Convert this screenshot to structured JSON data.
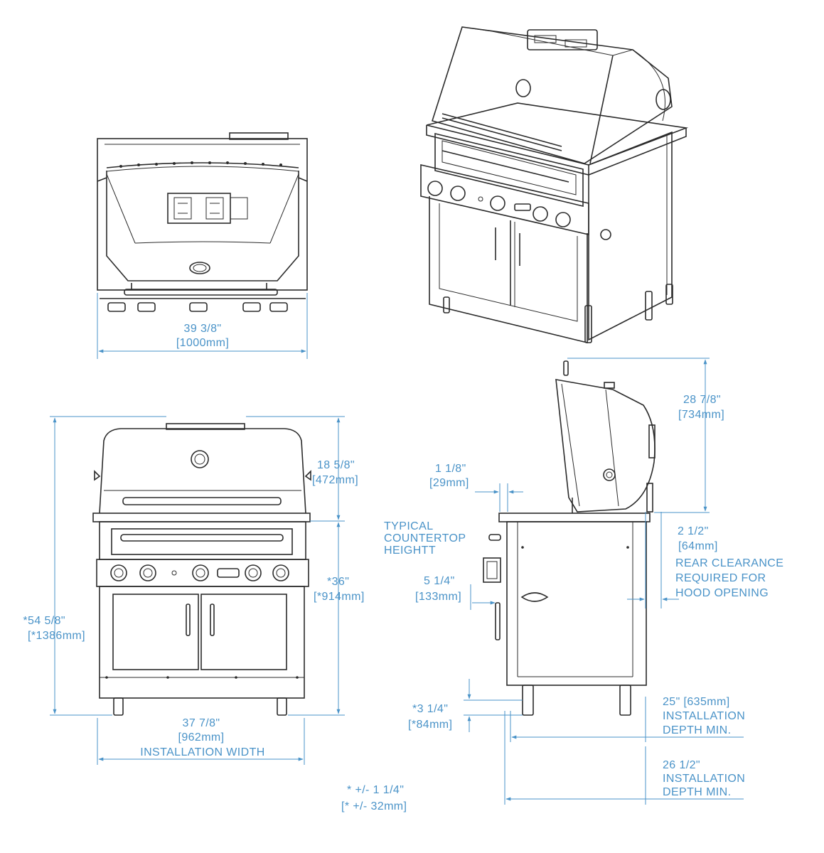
{
  "colors": {
    "line": "#2b2b2b",
    "dimension": "#4a93c8",
    "background": "#ffffff"
  },
  "top_view": {
    "width_in": "39 3/8\"",
    "width_mm": "[1000mm]"
  },
  "front_view": {
    "hood_height_in": "18 5/8\"",
    "hood_height_mm": "[472mm]",
    "countertop_in": "*36\"",
    "countertop_mm": "[*914mm]",
    "total_height_in": "*54 5/8\"",
    "total_height_mm": "[*1386mm]",
    "install_width_in": "37 7/8\"",
    "install_width_mm": "[962mm]",
    "install_width_label": "INSTALLATION WIDTH"
  },
  "side_view": {
    "open_hood_in": "28 7/8\"",
    "open_hood_mm": "[734mm]",
    "lip_in": "1 1/8\"",
    "lip_mm": "[29mm]",
    "countertop_label": [
      "TYPICAL",
      "COUNTERTOP",
      "HEIGHTT"
    ],
    "handle_in": "5 1/4\"",
    "handle_mm": "[133mm]",
    "rear_clear_in": "2 1/2\"",
    "rear_clear_mm": "[64mm]",
    "rear_clear_label": [
      "REAR CLEARANCE",
      "REQUIRED FOR",
      "HOOD OPENING"
    ],
    "leg_in": "*3 1/4\"",
    "leg_mm": "[*84mm]",
    "depth1": [
      "25\" [635mm]",
      "INSTALLATION",
      "DEPTH MIN."
    ],
    "depth2": [
      "26 1/2\"",
      "INSTALLATION",
      "DEPTH MIN."
    ]
  },
  "tolerance": {
    "line1": "* +/-  1 1/4\"",
    "line2": "[* +/-  32mm]"
  }
}
